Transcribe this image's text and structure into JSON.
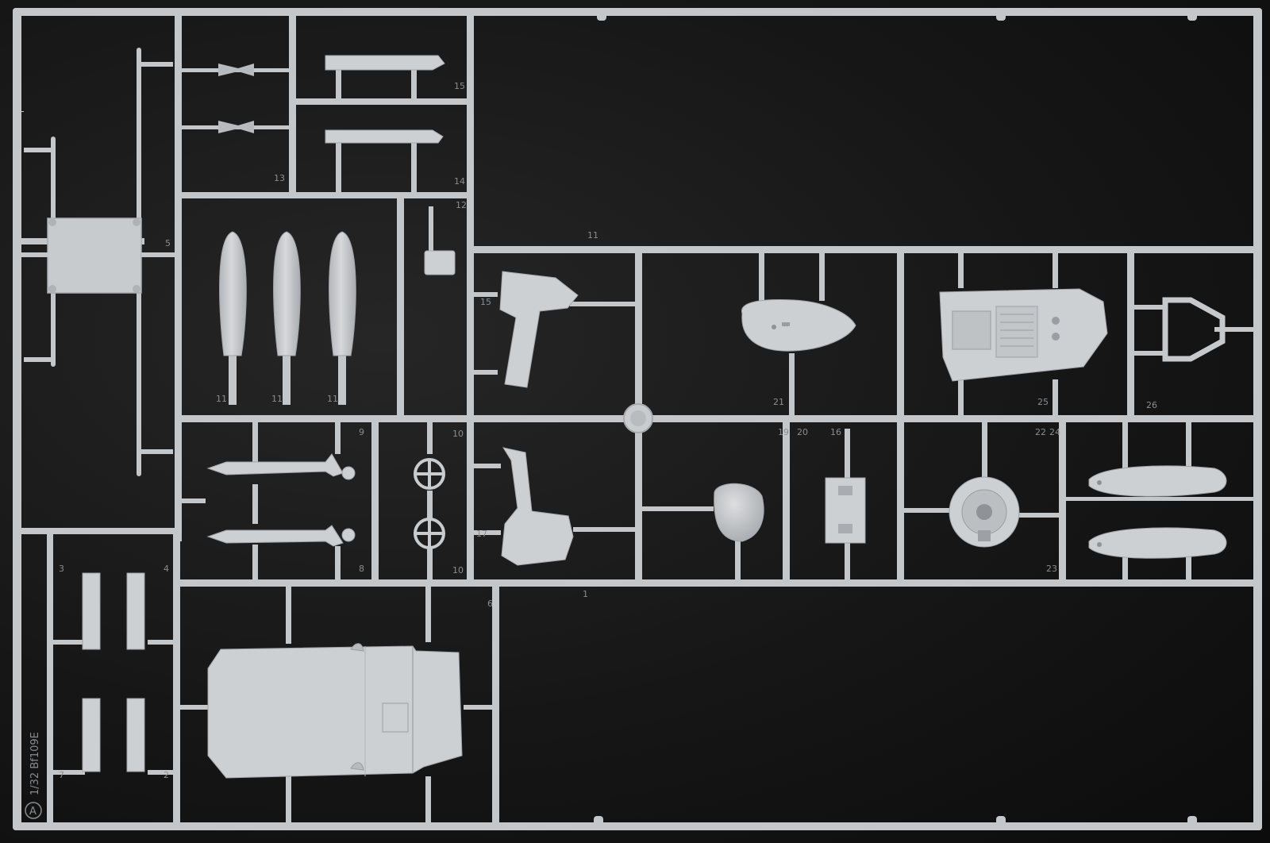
{
  "sprue": {
    "letter": "A",
    "kit_marking": "1/32 Bf109E",
    "colors": {
      "plastic": "#c4c7ca",
      "plastic_shade": "#a6a9ad",
      "plastic_light": "#d8dadc",
      "background": "#151515"
    }
  },
  "part_numbers": {
    "n1": "1",
    "n2": "2",
    "n3": "3",
    "n4": "4",
    "n5": "5",
    "n6": "6",
    "n7": "7",
    "n8": "8",
    "n9": "9",
    "n10a": "10",
    "n10b": "10",
    "n11a": "11",
    "n11b": "11",
    "n11c": "11",
    "n11d": "11",
    "n12": "12",
    "n13": "13",
    "n14": "14",
    "n15a": "15",
    "n15b": "15",
    "n16": "16",
    "n17": "17",
    "n19": "19",
    "n20": "20",
    "n21": "21",
    "n22": "22",
    "n23": "23",
    "n24": "24",
    "n25": "25",
    "n26": "26"
  }
}
